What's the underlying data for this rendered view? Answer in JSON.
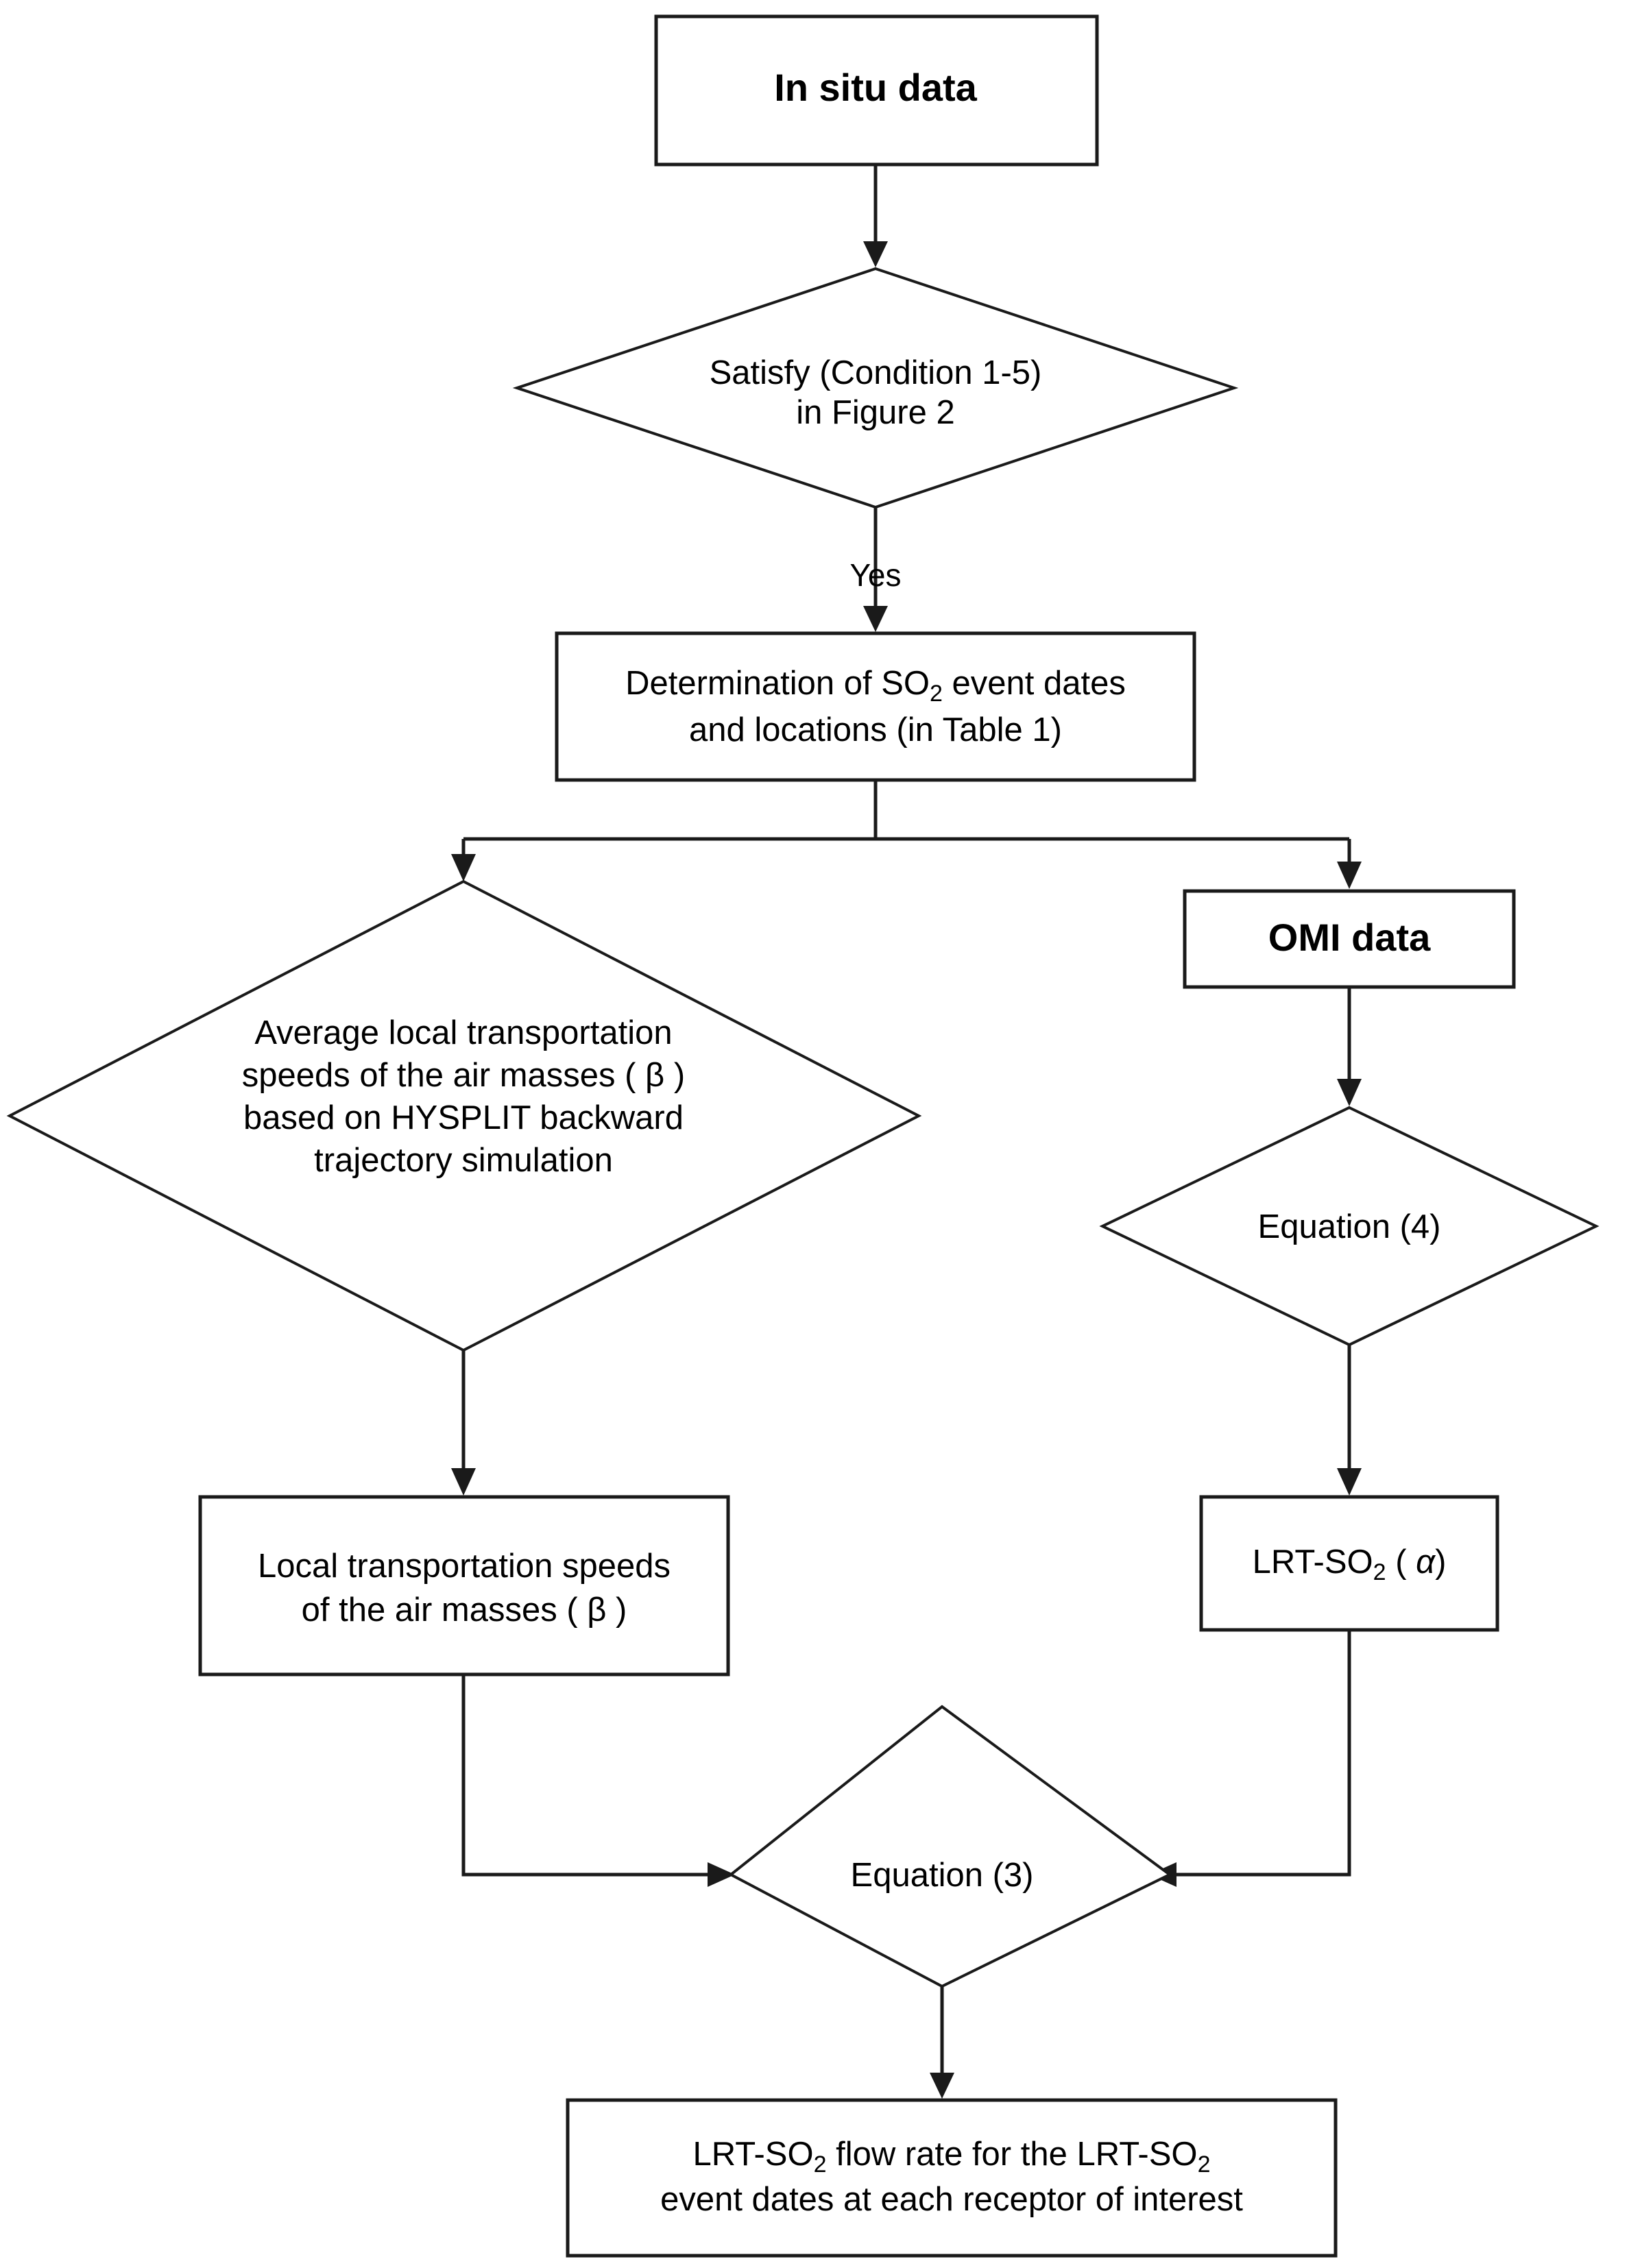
{
  "diagram": {
    "title": "LRT-SO2 estimation methodology flowchart",
    "type": "flowchart",
    "background_color": "#ffffff",
    "line_color": "#1a1a1a",
    "text_color": "#000000"
  },
  "nodes": {
    "in_situ_data": {
      "shape": "box",
      "bold": true,
      "lines": [
        "In situ data"
      ]
    },
    "satisfy_condition": {
      "shape": "diamond",
      "bold": false,
      "lines": [
        "Satisfy (Condition 1-5)",
        "in Figure 2"
      ]
    },
    "determination": {
      "shape": "box",
      "bold": false,
      "lines_rich": [
        [
          {
            "t": "Determination of SO"
          },
          {
            "t": "2",
            "sub": true
          },
          {
            "t": " event dates"
          }
        ],
        [
          {
            "t": "and locations (in Table 1)"
          }
        ]
      ]
    },
    "average_local_speeds": {
      "shape": "diamond",
      "bold": false,
      "lines_rich": [
        [
          {
            "t": "Average local transportation"
          }
        ],
        [
          {
            "t": "speeds of the air masses ( β )"
          }
        ],
        [
          {
            "t": "based on HYSPLIT backward"
          }
        ],
        [
          {
            "t": "trajectory simulation"
          }
        ]
      ]
    },
    "omi_data": {
      "shape": "box",
      "bold": true,
      "lines": [
        "OMI data"
      ]
    },
    "equation_4": {
      "shape": "diamond",
      "bold": false,
      "lines": [
        "Equation (4)"
      ]
    },
    "local_speeds_result": {
      "shape": "box",
      "bold": false,
      "lines_rich": [
        [
          {
            "t": "Local transportation speeds"
          }
        ],
        [
          {
            "t": "of the air masses ( β )"
          }
        ]
      ]
    },
    "lrt_so2_alpha": {
      "shape": "box",
      "bold": false,
      "lines_rich": [
        [
          {
            "t": "LRT-SO"
          },
          {
            "t": "2",
            "sub": true
          },
          {
            "t": " ( "
          },
          {
            "t": "α",
            "italic": true
          },
          {
            "t": ")"
          }
        ]
      ]
    },
    "equation_3": {
      "shape": "diamond",
      "bold": false,
      "lines": [
        "Equation (3)"
      ]
    },
    "final_output": {
      "shape": "box",
      "bold": false,
      "lines_rich": [
        [
          {
            "t": "LRT-SO"
          },
          {
            "t": "2",
            "sub": true
          },
          {
            "t": " flow rate for the LRT-SO"
          },
          {
            "t": "2",
            "sub": true
          }
        ],
        [
          {
            "t": "event dates at each receptor of interest"
          }
        ]
      ]
    }
  },
  "edge_labels": {
    "yes": "Yes"
  },
  "edges": [
    {
      "from": "in_situ_data",
      "to": "satisfy_condition",
      "label": ""
    },
    {
      "from": "satisfy_condition",
      "to": "determination",
      "label": "Yes"
    },
    {
      "from": "determination",
      "to": "average_local_speeds",
      "label": ""
    },
    {
      "from": "determination",
      "to": "omi_data",
      "label": ""
    },
    {
      "from": "omi_data",
      "to": "equation_4",
      "label": ""
    },
    {
      "from": "average_local_speeds",
      "to": "local_speeds_result",
      "label": ""
    },
    {
      "from": "equation_4",
      "to": "lrt_so2_alpha",
      "label": ""
    },
    {
      "from": "local_speeds_result",
      "to": "equation_3",
      "label": ""
    },
    {
      "from": "lrt_so2_alpha",
      "to": "equation_3",
      "label": ""
    },
    {
      "from": "equation_3",
      "to": "final_output",
      "label": ""
    }
  ]
}
